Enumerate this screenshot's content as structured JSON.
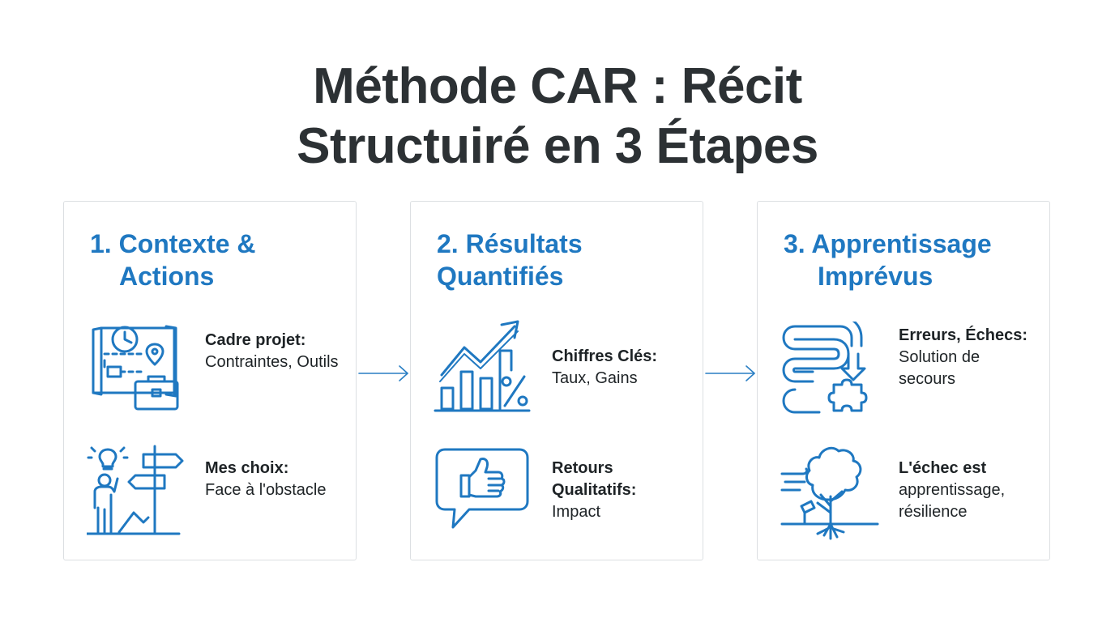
{
  "title": {
    "line1": "Méthode CAR : Récit",
    "line2": "Structuiré en 3 Étapes"
  },
  "colors": {
    "accent": "#1f78c1",
    "title_text": "#2c3134",
    "body_text": "#1e2326",
    "card_border": "#dcdfe2",
    "arrow": "#2a7fc4"
  },
  "cards": [
    {
      "number": "1.",
      "title_line1": "Contexte &",
      "title_line2": "Actions",
      "items": [
        {
          "icon": "project-plan-toolbox-icon",
          "label": "Cadre projet:",
          "desc": "Contraintes, Outils"
        },
        {
          "icon": "person-signpost-icon",
          "label": "Mes choix:",
          "desc": "Face à l'obstacle"
        }
      ]
    },
    {
      "number": "2.",
      "title_line1": "Résultats",
      "title_line2": "Quantifiés",
      "items": [
        {
          "icon": "growth-chart-percent-icon",
          "label": "Chiffres Clés:",
          "desc": "Taux, Gains"
        },
        {
          "icon": "thumbs-up-speech-bubble-icon",
          "label": "Retours Qualitatifs:",
          "desc": "Impact"
        }
      ]
    },
    {
      "number": "3.",
      "title_line1": "Apprentissage",
      "title_line2": "Imprévus",
      "items": [
        {
          "icon": "winding-path-puzzle-icon",
          "label": "Erreurs, Échecs:",
          "desc": "Solution de secours"
        },
        {
          "icon": "tree-wind-icon",
          "label": "L'échec est",
          "desc": "apprentissage, résilience"
        }
      ]
    }
  ]
}
